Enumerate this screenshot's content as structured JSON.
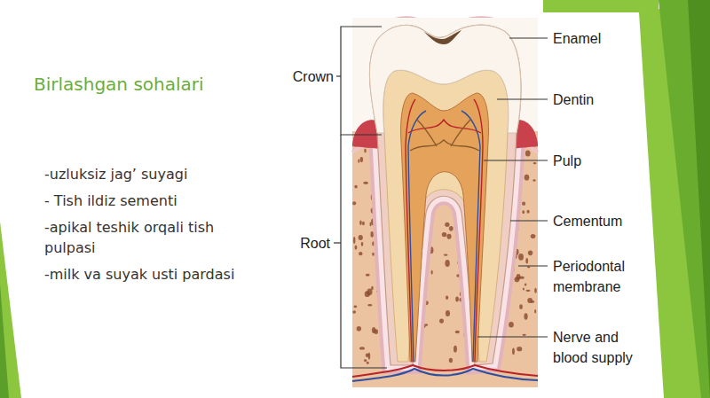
{
  "diagram": {
    "title": "Birlashgan sohalari",
    "labels": [
      "-uzluksiz jag’ suyagi",
      "- Tish ildiz sementi",
      "-apikal teshik orqali tish pulpasi",
      "-milk va suyak usti pardasi",
      "Crown",
      "Root",
      "Enamel",
      "Dentin",
      "Pulp",
      "Cementum",
      "Periodontal membrane",
      "Nerve and blood supply"
    ]
  }
}
